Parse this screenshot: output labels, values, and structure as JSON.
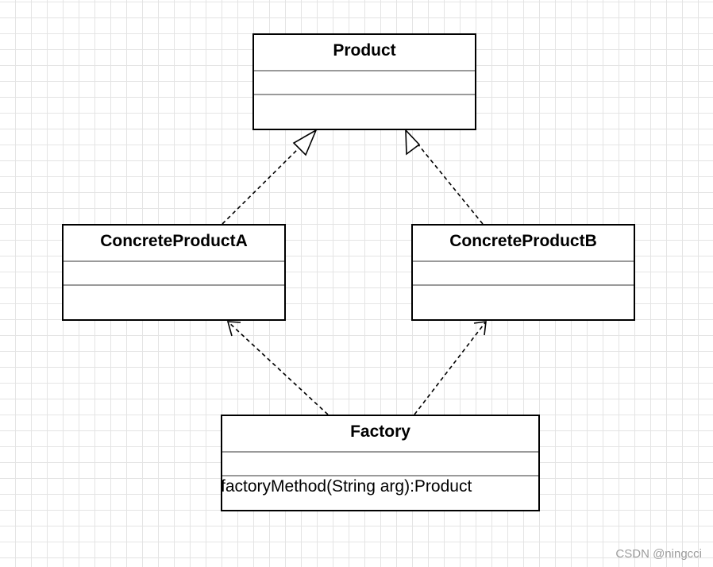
{
  "diagram": {
    "classes": {
      "product": {
        "name": "Product",
        "operations": ""
      },
      "concrete_a": {
        "name": "ConcreteProductA",
        "operations": ""
      },
      "concrete_b": {
        "name": "ConcreteProductB",
        "operations": ""
      },
      "factory": {
        "name": "Factory",
        "operations": "factoryMethod(String arg):Product"
      }
    },
    "relations": [
      {
        "from": "concrete_a",
        "to": "product",
        "type": "realization"
      },
      {
        "from": "concrete_b",
        "to": "product",
        "type": "realization"
      },
      {
        "from": "factory",
        "to": "concrete_a",
        "type": "dependency"
      },
      {
        "from": "factory",
        "to": "concrete_b",
        "type": "dependency"
      }
    ]
  },
  "watermark": "CSDN @ningcci",
  "colors": {
    "background": "#ffffff",
    "grid": "#e4e4e4",
    "border": "#000000",
    "divider": "#9a9a9a"
  }
}
